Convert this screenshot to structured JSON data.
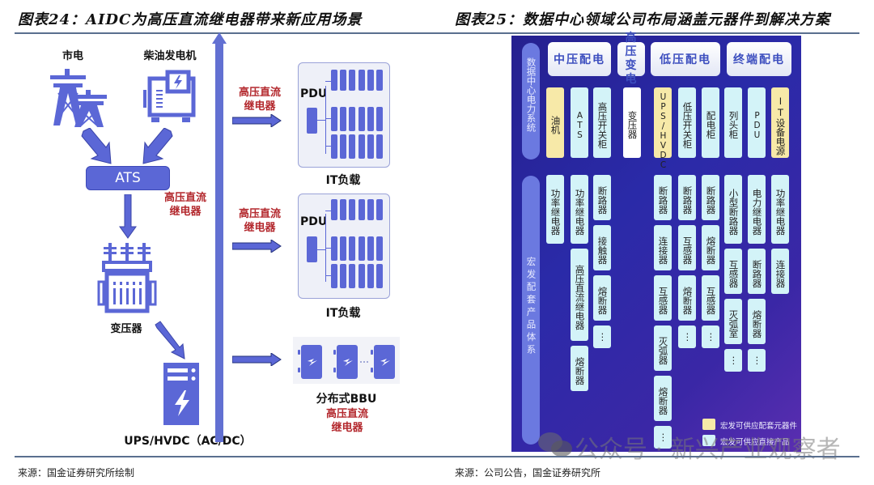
{
  "left_figure": {
    "title": "图表24：AIDC为高压直流继电器带来新应用场景",
    "source": "来源：国金证券研究所绘制",
    "nodes": {
      "grid": "市电",
      "diesel": "柴油发电机",
      "ats": "ATS",
      "transformer": "变压器",
      "ups": "UPS/HVDC（AC/DC）",
      "it_load_1": "IT负载",
      "it_load_2": "IT负载",
      "bbu": "分布式BBU",
      "pdu_1": "PDU",
      "pdu_2": "PDU"
    },
    "relay_labels": {
      "ats_side": [
        "高压直流",
        "继电器"
      ],
      "pdu_1": [
        "高压直流",
        "继电器"
      ],
      "pdu_2": [
        "高压直流",
        "继电器"
      ],
      "bbu": [
        "高压直流",
        "继电器"
      ]
    }
  },
  "right_figure": {
    "title": "图表25：数据中心领域公司布局涵盖元器件到解决方案",
    "source": "来源：公司公告，国金证券研究所",
    "side_labels": {
      "top": "数据中心电力系统",
      "bottom": "宏发配套产品体系"
    },
    "headers": [
      "中压配电",
      "高压变电",
      "低压配电",
      "终端配电"
    ],
    "systems": [
      {
        "label": "油机",
        "type": "supporting"
      },
      {
        "label": "ATS",
        "type": "direct"
      },
      {
        "label": "高压开关柜",
        "type": "direct"
      },
      {
        "label": "变压器",
        "type": "none"
      },
      {
        "label": "UPS/HVDC",
        "type": "supporting"
      },
      {
        "label": "低压开关柜",
        "type": "direct"
      },
      {
        "label": "配电柜",
        "type": "direct"
      },
      {
        "label": "列头柜",
        "type": "direct"
      },
      {
        "label": "PDU",
        "type": "direct"
      },
      {
        "label": "IT设备电源",
        "type": "supporting"
      }
    ],
    "products": [
      [
        "功率继电器"
      ],
      [
        "功率继电器",
        "高压直流继电器",
        "熔断器"
      ],
      [
        "断路器",
        "接触器",
        "熔断器",
        "⋮"
      ],
      [],
      [
        "断路器",
        "连接器",
        "互感器",
        "灭弧器",
        "熔断器",
        "⋮"
      ],
      [
        "断路器",
        "互感器",
        "熔断器",
        "⋮"
      ],
      [
        "断路器",
        "熔断器",
        "互感器",
        "⋮"
      ],
      [
        "小型断路器",
        "互感器",
        "灭弧室",
        "⋮"
      ],
      [
        "电力继电器",
        "断路器",
        "熔断器",
        "⋮"
      ],
      [
        "功率继电器",
        "连接器"
      ]
    ],
    "legend": [
      {
        "label": "宏发可供应配套元器件",
        "color": "#f7e9a8"
      },
      {
        "label": "宏发可供应直接产品",
        "color": "#d3f3f8"
      }
    ]
  },
  "watermark": "公众号 · 新兴产业观察者",
  "colors": {
    "diagram_blue": "#5b67d6",
    "relay_red": "#b3282d",
    "panel_bg": "#25208f"
  }
}
